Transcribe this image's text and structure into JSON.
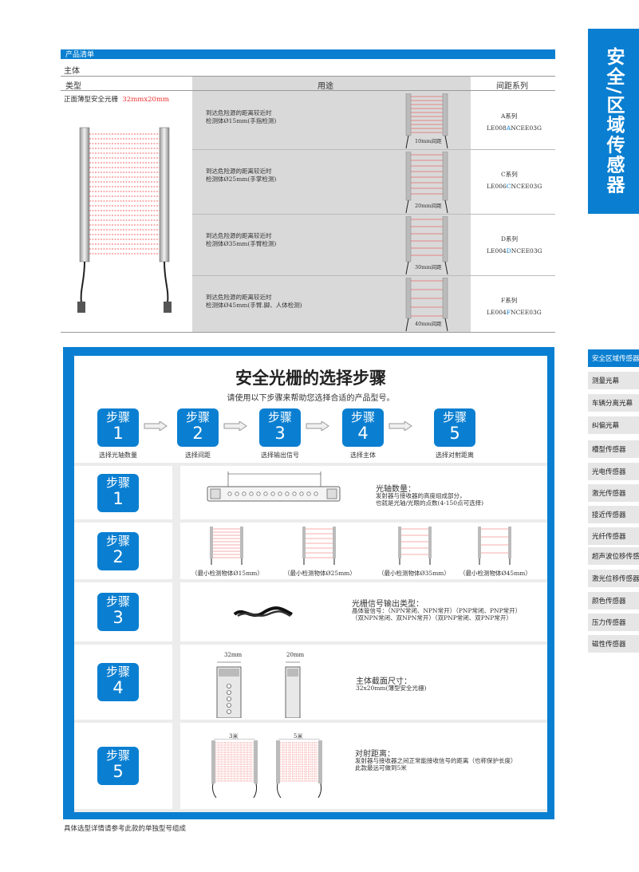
{
  "side_tab": "安全/区域传感器",
  "nav": [
    "安全区域传感器",
    "测量光幕",
    "车辆分离光幕",
    "纠偏光幕",
    "槽型传感器",
    "光电传感器",
    "激光传感器",
    "接近传感器",
    "光纤传感器",
    "超声波位移传感器",
    "激光位移传感器",
    "颜色传感器",
    "压力传感器",
    "磁性传感器"
  ],
  "product": {
    "bar_title": "产品清单",
    "subtitle": "主体",
    "col_type": "类型",
    "col_use": "用途",
    "col_pitch": "间距系列",
    "type_name": "正面薄型安全光栅",
    "type_size": "32mmx20mm",
    "rows": [
      {
        "use1": "到达危险源的距离较近时",
        "use2": "检测体Ø15mm(手指检测)",
        "pitch_label": "10mm间距",
        "series": "A系列",
        "model_a": "LE008",
        "model_b": "A",
        "model_c": "NCEE03G"
      },
      {
        "use1": "到达危险源的距离较近时",
        "use2": "检测体Ø25mm(手掌检测)",
        "pitch_label": "20mm间距",
        "series": "C系列",
        "model_a": "LE006",
        "model_b": "C",
        "model_c": "NCEE03G"
      },
      {
        "use1": "到达危险源的距离较近时",
        "use2": "检测体Ø35mm(手臂检测)",
        "pitch_label": "30mm间距",
        "series": "D系列",
        "model_a": "LE004",
        "model_b": "D",
        "model_c": "NCEE03G"
      },
      {
        "use1": "到达危险源的距离较近时",
        "use2": "检测体Ø45mm(手臂.脚、人体检测)",
        "pitch_label": "40mm间距",
        "series": "F系列",
        "model_a": "LE004",
        "model_b": "F",
        "model_c": "NCEE03G"
      }
    ]
  },
  "steps": {
    "title": "安全光栅的选择步骤",
    "subtitle": "请使用以下步骤来帮助您选择合适的产品型号。",
    "word": "步骤",
    "top": [
      {
        "num": "1",
        "caption": "选择光轴数量"
      },
      {
        "num": "2",
        "caption": "选择间距"
      },
      {
        "num": "3",
        "caption": "选择输出信号"
      },
      {
        "num": "4",
        "caption": "选择主体"
      },
      {
        "num": "5",
        "caption": "选择对射距离"
      }
    ],
    "s1": {
      "title": "光轴数量：",
      "line1": "发射器与接收器的高度组成部分，",
      "line2": "也就是光轴/光眼的点数(4-150点可选择)"
    },
    "s2": {
      "labels": [
        "（最小检测物体Ø15mm）",
        "（最小检测物体Ø25mm）",
        "（最小检测物体Ø35mm）",
        "（最小检测物体Ø45mm）"
      ]
    },
    "s3": {
      "title": "光栅信号输出类型：",
      "line1": "晶体管信号：（NPN常闭、NPN常开）（PNP常闭、PNP常开）",
      "line2": "（双NPN常闭、双NPN常开）（双PNP常闭、双PNP常开）"
    },
    "s4": {
      "dim_a": "32mm",
      "dim_b": "20mm",
      "title": "主体截面尺寸：",
      "line1": "32x20mm(薄型安全光栅)"
    },
    "s5": {
      "dist_a": "3米",
      "dist_b": "5米",
      "title": "对射距离：",
      "line1": "发射器与接收器之间正常能接收信号的距离（也称保护长度）",
      "line2": "此款最远可做到5米"
    }
  },
  "footnote": "具体选型详情请参考此款的单独型号组成",
  "colors": {
    "brand": "#0a7fd1",
    "beam": "#e33"
  }
}
